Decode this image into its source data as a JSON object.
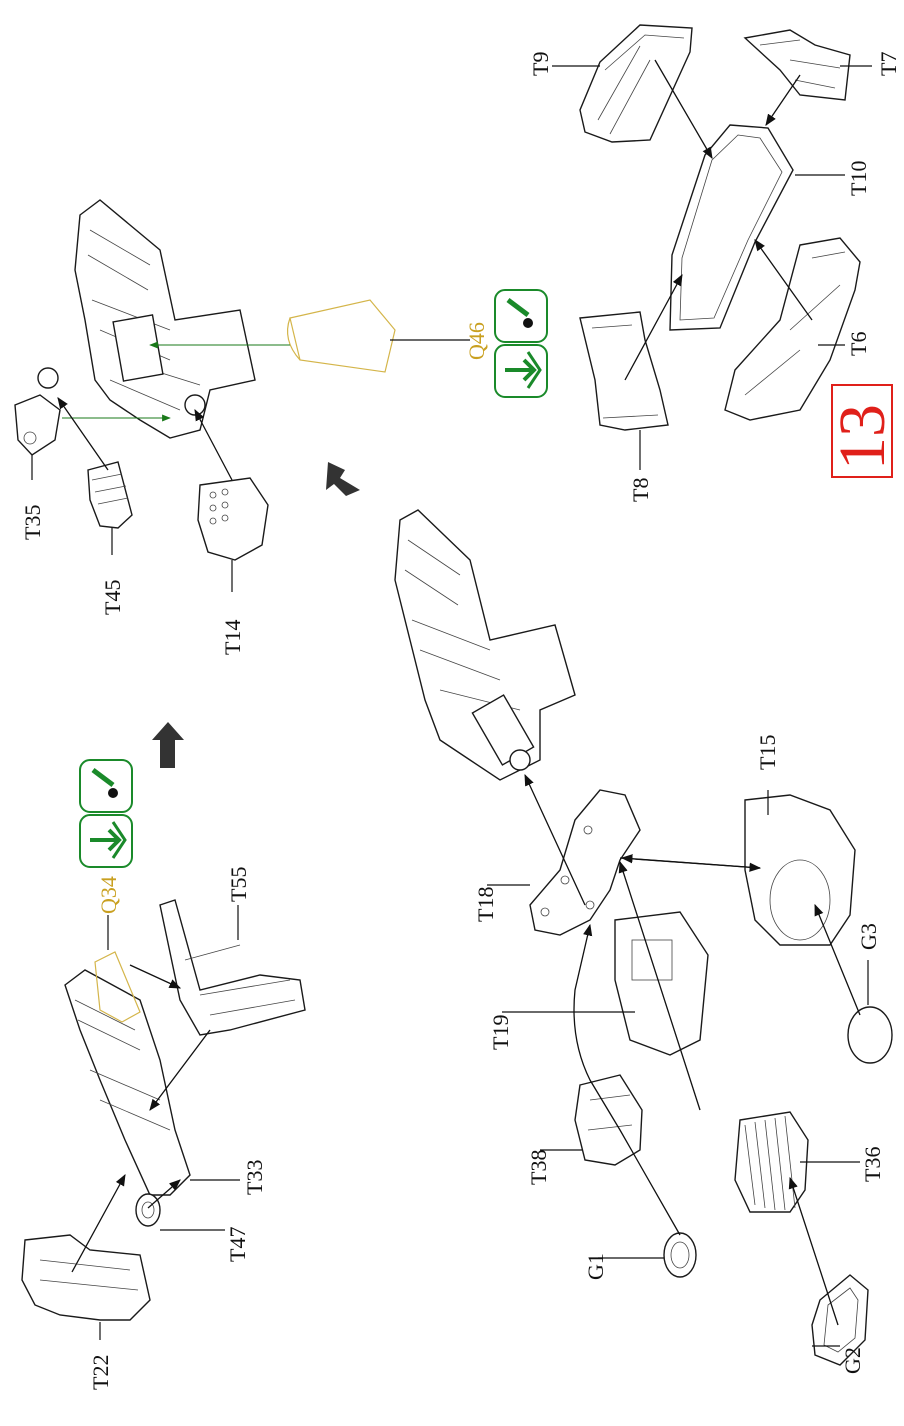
{
  "labels": {
    "T9": "T9",
    "T7": "T7",
    "T10": "T10",
    "T6": "T6",
    "T8": "T8",
    "T35": "T35",
    "T45": "T45",
    "T14": "T14",
    "Q46": "Q46",
    "Q34": "Q34",
    "T55": "T55",
    "T33": "T33",
    "T47": "T47",
    "T22": "T22",
    "T15": "T15",
    "T18": "T18",
    "T19": "T19",
    "T38": "T38",
    "G1": "G1",
    "T36": "T36",
    "G3": "G3",
    "G2": "G2"
  },
  "step_number": "13",
  "colors": {
    "line": "#1a1a1a",
    "optional_part": "#d4b54a",
    "icon_green": "#1a8a2a",
    "step_red": "#e0201a"
  },
  "icons": [
    "push-arrow-check-icon",
    "lubricate-drop-icon",
    "direction-arrow-icon"
  ]
}
